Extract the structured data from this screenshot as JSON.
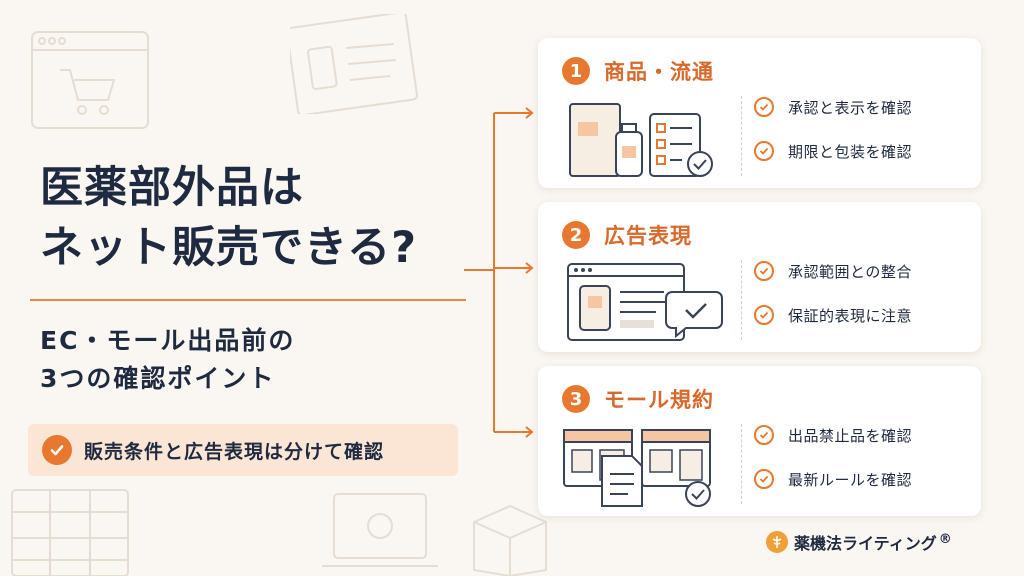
{
  "title_lines": [
    "医薬部外品は",
    "ネット販売できる?"
  ],
  "subtitle_lines": [
    "EC・モール出品前の",
    "3つの確認ポイント"
  ],
  "note": "販売条件と広告表現は分けて確認",
  "colors": {
    "accent": "#e8782f",
    "title": "#1e2a3f",
    "card_title": "#d9692a",
    "background": "#faf6f1"
  },
  "cards": [
    {
      "number": "1",
      "title": "商品・流通",
      "illustration": "product-box-bottle-checklist-icon",
      "items": [
        "承認と表示を確認",
        "期限と包装を確認"
      ]
    },
    {
      "number": "2",
      "title": "広告表現",
      "illustration": "web-page-ad-chat-icon",
      "items": [
        "承認範囲との整合",
        "保証的表現に注意"
      ]
    },
    {
      "number": "3",
      "title": "モール規約",
      "illustration": "online-store-document-icon",
      "items": [
        "出品禁止品を確認",
        "最新ルールを確認"
      ]
    }
  ],
  "brand": {
    "name": "薬機法ライティング",
    "mark": "®"
  }
}
